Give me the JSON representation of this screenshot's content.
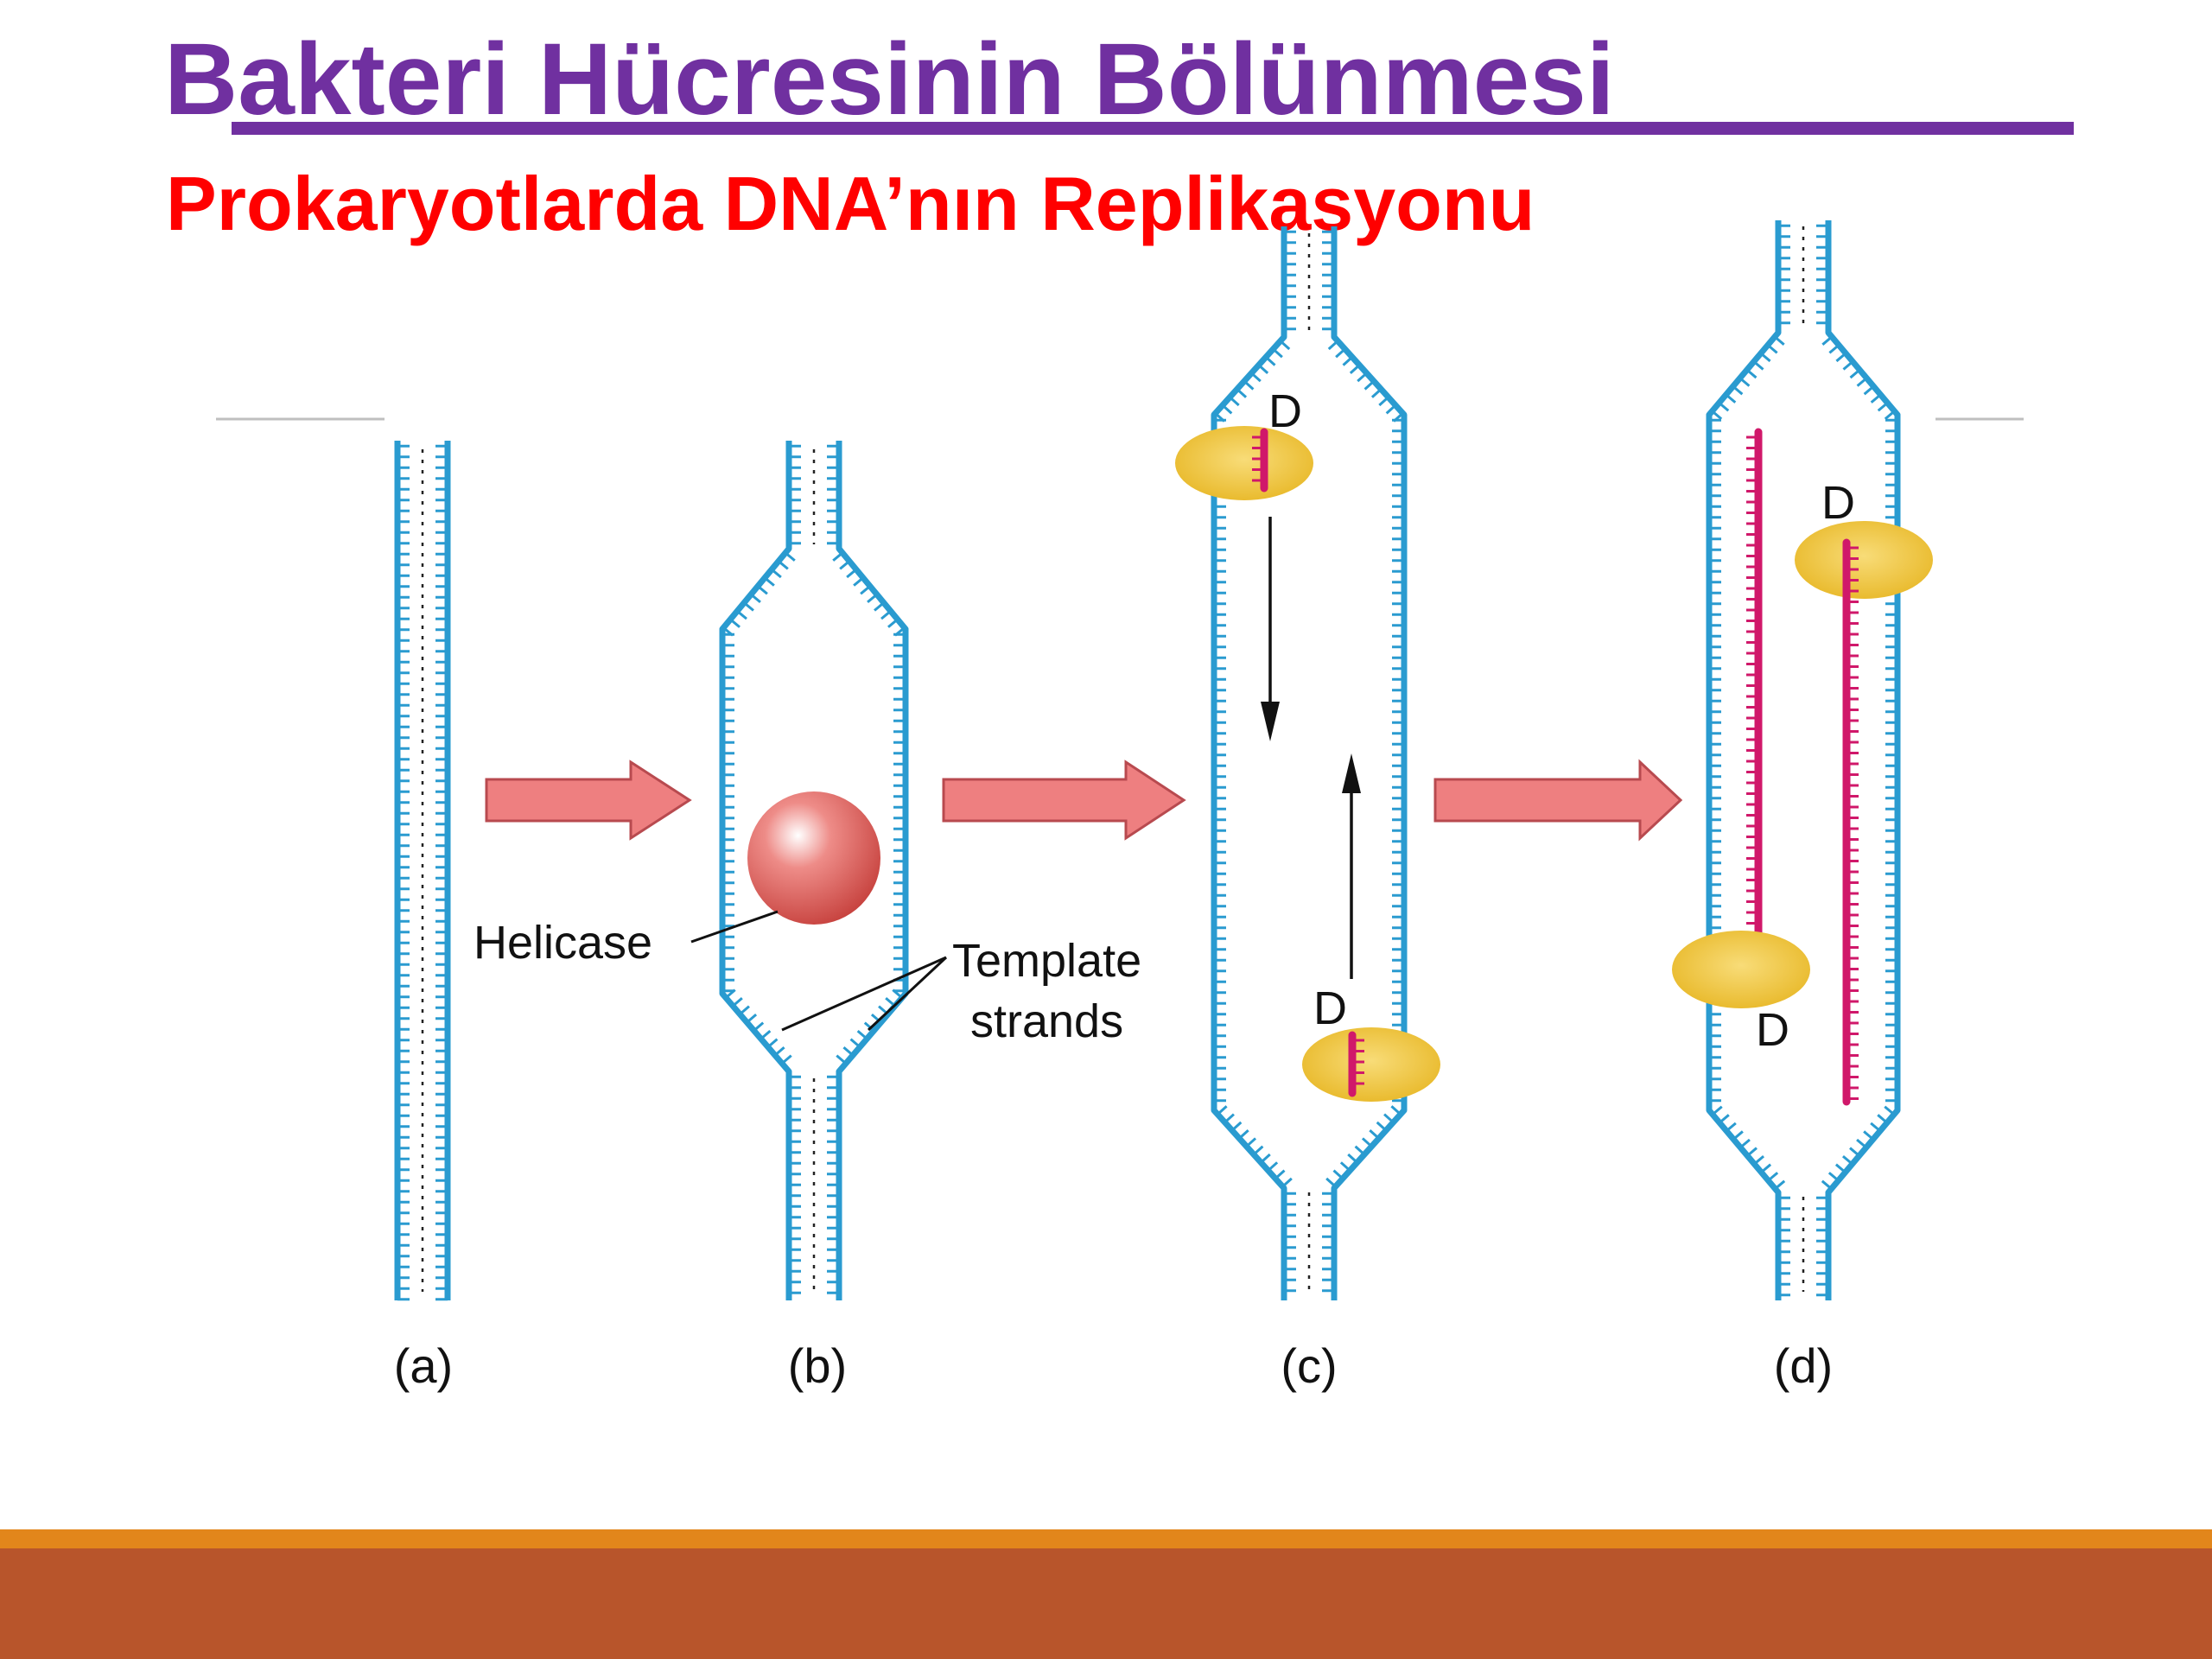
{
  "slide": {
    "title": "Bakteri Hücresinin Bölünmesi",
    "subtitle": "Prokaryotlarda DNA’nın Replikasyonu"
  },
  "figure": {
    "panel_labels": [
      "(a)",
      "(b)",
      "(c)",
      "(d)"
    ],
    "helicase_label": "Helicase",
    "template_label_line1": "Template",
    "template_label_line2": "strands",
    "polymerase_label": "D"
  },
  "colors": {
    "title": "#7030A0",
    "subtitle": "#FF0000",
    "dna_strand": "#2A9BD0",
    "new_strand": "#D0186A",
    "process_arrow": "#EE7F80",
    "helicase": "#E46C68",
    "polymerase": "#F0C030",
    "footer_top": "#E2861B",
    "footer": "#B8552B"
  }
}
